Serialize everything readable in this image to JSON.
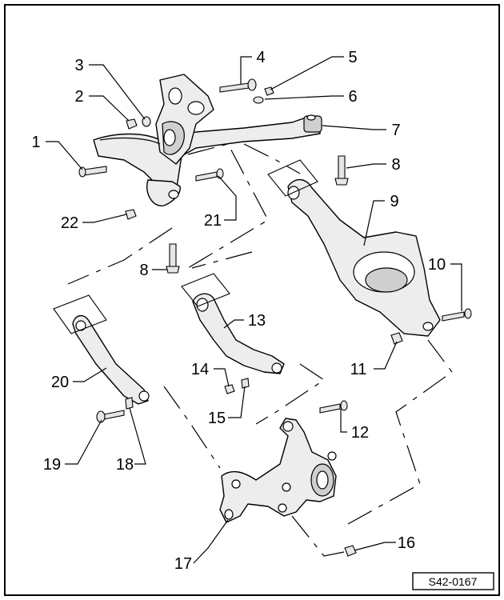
{
  "diagram": {
    "callouts": [
      {
        "id": "1",
        "label": "1"
      },
      {
        "id": "2",
        "label": "2"
      },
      {
        "id": "3",
        "label": "3"
      },
      {
        "id": "4",
        "label": "4"
      },
      {
        "id": "5",
        "label": "5"
      },
      {
        "id": "6",
        "label": "6"
      },
      {
        "id": "7",
        "label": "7"
      },
      {
        "id": "8a",
        "label": "8"
      },
      {
        "id": "8b",
        "label": "8"
      },
      {
        "id": "9",
        "label": "9"
      },
      {
        "id": "10",
        "label": "10"
      },
      {
        "id": "11",
        "label": "11"
      },
      {
        "id": "12",
        "label": "12"
      },
      {
        "id": "13",
        "label": "13"
      },
      {
        "id": "14",
        "label": "14"
      },
      {
        "id": "15",
        "label": "15"
      },
      {
        "id": "16",
        "label": "16"
      },
      {
        "id": "17",
        "label": "17"
      },
      {
        "id": "18",
        "label": "18"
      },
      {
        "id": "19",
        "label": "19"
      },
      {
        "id": "20",
        "label": "20"
      },
      {
        "id": "21",
        "label": "21"
      },
      {
        "id": "22",
        "label": "22"
      }
    ],
    "reference_code": "S42-0167"
  }
}
